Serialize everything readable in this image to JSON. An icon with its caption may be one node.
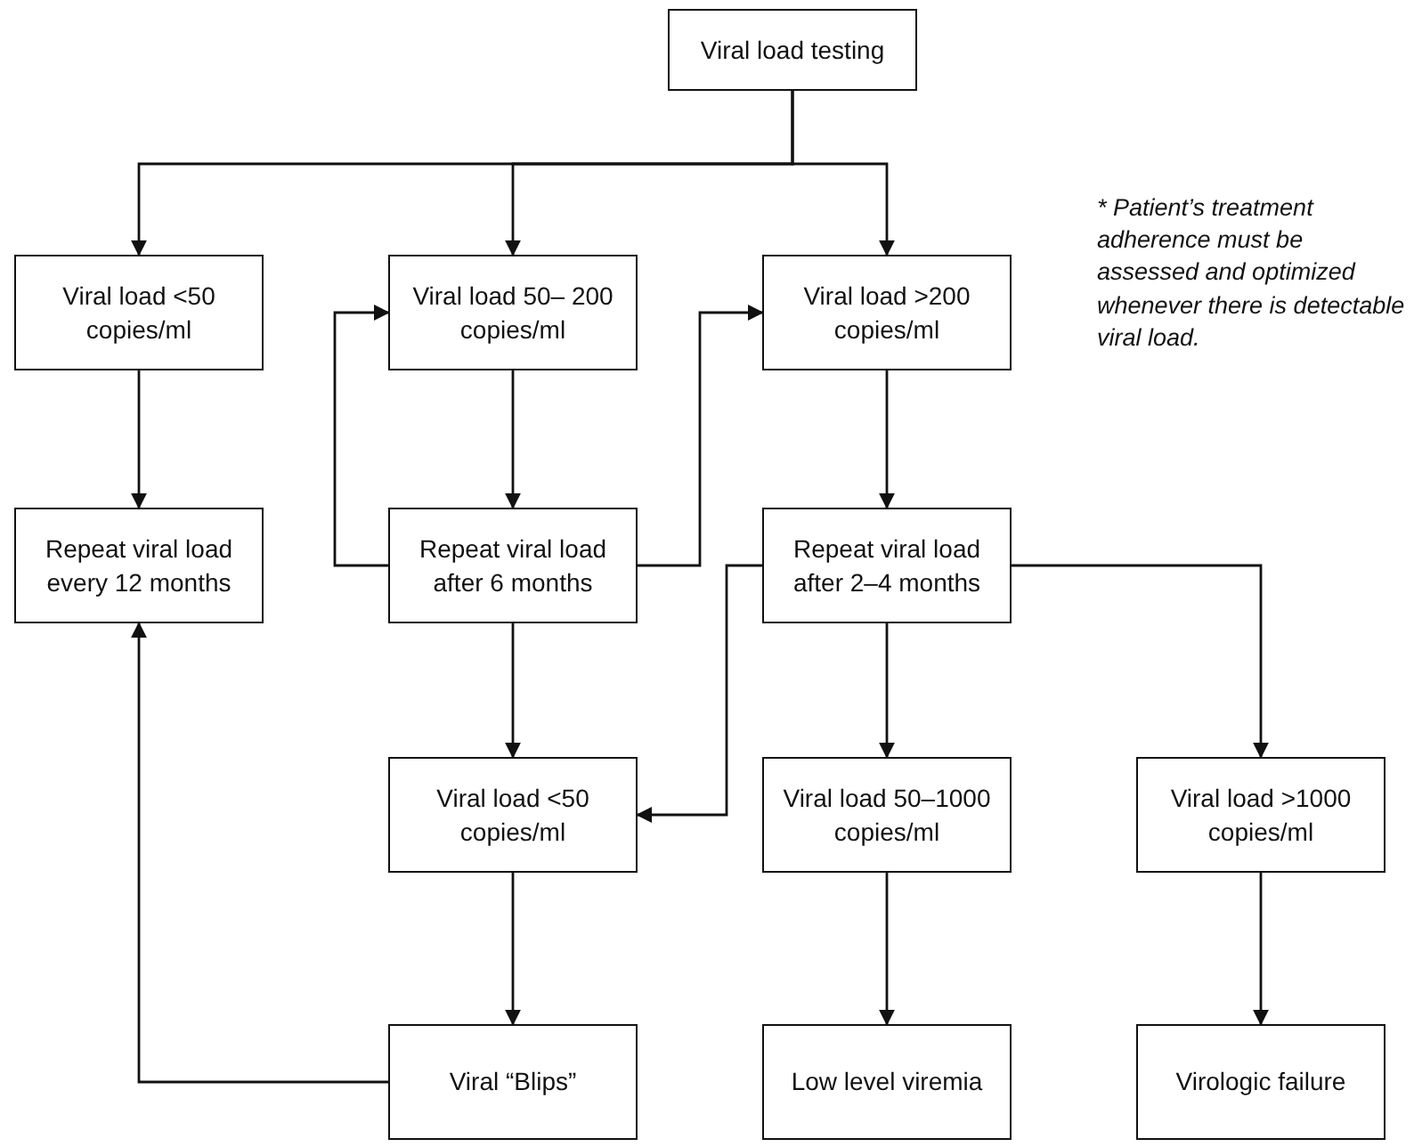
{
  "diagram": {
    "nodes": [
      {
        "text": [
          "Viral load testing"
        ]
      },
      {
        "text": [
          "Viral load <50 copies/ml"
        ]
      },
      {
        "text": [
          "Viral load 50– 200 copies/ml"
        ]
      },
      {
        "text": [
          "Viral load >200 copies/ml"
        ]
      },
      {
        "text": [
          "Repeat viral load every 12 months"
        ]
      },
      {
        "text": [
          "Repeat viral load after 6 months"
        ]
      },
      {
        "text": [
          "Repeat viral load after 2–4 months"
        ]
      },
      {
        "text": [
          "Viral load <50 copies/ml"
        ]
      },
      {
        "text": [
          "Viral load 50–1000 copies/ml"
        ]
      },
      {
        "text": [
          "Viral load >1000 copies/ml"
        ]
      },
      {
        "text": [
          "Viral “Blips”"
        ]
      },
      {
        "text": [
          "Low level viremia"
        ]
      },
      {
        "text": [
          "Virologic failure"
        ]
      }
    ],
    "edges": [
      {
        "from": 0,
        "to": 1,
        "arrow": "to"
      },
      {
        "from": 0,
        "to": 2,
        "arrow": "to"
      },
      {
        "from": 0,
        "to": 3,
        "arrow": "to"
      },
      {
        "from": 1,
        "to": 4,
        "arrow": "to"
      },
      {
        "from": 2,
        "to": 5,
        "arrow": "to"
      },
      {
        "from": 3,
        "to": 6,
        "arrow": "to"
      },
      {
        "from": 5,
        "to": 2,
        "arrow": "to"
      },
      {
        "from": 5,
        "to": 3,
        "arrow": "to"
      },
      {
        "from": 5,
        "to": 7,
        "arrow": "to"
      },
      {
        "from": 6,
        "to": 7,
        "arrow": "to"
      },
      {
        "from": 6,
        "to": 8,
        "arrow": "to"
      },
      {
        "from": 6,
        "to": 9,
        "arrow": "to"
      },
      {
        "from": 7,
        "to": 10,
        "arrow": "to"
      },
      {
        "from": 10,
        "to": 4,
        "arrow": "to"
      },
      {
        "from": 8,
        "to": 11,
        "arrow": "to"
      },
      {
        "from": 9,
        "to": 12,
        "arrow": "to"
      }
    ],
    "labels": [
      "* Patient’s treatment adherence must be assessed and optimized whenever there is detectable viral load."
    ]
  }
}
